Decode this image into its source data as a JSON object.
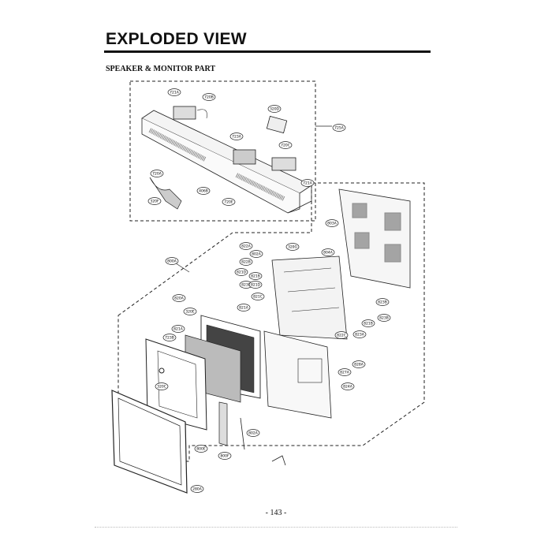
{
  "header": {
    "title": "EXPLODED VIEW",
    "subtitle": "SPEAKER & MONITOR PART"
  },
  "page_number": "- 143 -",
  "callouts": [
    {
      "id": "c1",
      "label": "721A"
    },
    {
      "id": "c2",
      "label": "720B"
    },
    {
      "id": "c3",
      "label": "320D"
    },
    {
      "id": "c4",
      "label": "723A"
    },
    {
      "id": "c5",
      "label": "720C"
    },
    {
      "id": "c6",
      "label": "720A"
    },
    {
      "id": "c7",
      "label": "721A"
    },
    {
      "id": "c8",
      "label": "320F"
    },
    {
      "id": "c9",
      "label": "406B"
    },
    {
      "id": "c10",
      "label": "720E"
    },
    {
      "id": "c11",
      "label": "725A"
    },
    {
      "id": "c12",
      "label": "803A"
    },
    {
      "id": "c13",
      "label": "800A"
    },
    {
      "id": "c14",
      "label": "822A"
    },
    {
      "id": "c15",
      "label": "802A"
    },
    {
      "id": "c16",
      "label": "822B"
    },
    {
      "id": "c17",
      "label": "320G"
    },
    {
      "id": "c18",
      "label": "804A"
    },
    {
      "id": "c19",
      "label": "821D"
    },
    {
      "id": "c20",
      "label": "821B"
    },
    {
      "id": "c21",
      "label": "823B"
    },
    {
      "id": "c22",
      "label": "821D"
    },
    {
      "id": "c23",
      "label": "821A"
    },
    {
      "id": "c24",
      "label": "821C"
    },
    {
      "id": "c25",
      "label": "823B"
    },
    {
      "id": "c26",
      "label": "823B"
    },
    {
      "id": "c27",
      "label": "821B"
    },
    {
      "id": "c28",
      "label": "823A"
    },
    {
      "id": "c29",
      "label": "820A"
    },
    {
      "id": "c30",
      "label": "320E"
    },
    {
      "id": "c31",
      "label": "821A"
    },
    {
      "id": "c32",
      "label": "723B"
    },
    {
      "id": "c33",
      "label": "320C"
    },
    {
      "id": "c34",
      "label": "822C"
    },
    {
      "id": "c35",
      "label": "828A"
    },
    {
      "id": "c36",
      "label": "827A"
    },
    {
      "id": "c37",
      "label": "824A"
    },
    {
      "id": "c38",
      "label": "802A"
    },
    {
      "id": "c39",
      "label": "800E"
    },
    {
      "id": "c40",
      "label": "800F"
    },
    {
      "id": "c41",
      "label": "280A"
    }
  ]
}
